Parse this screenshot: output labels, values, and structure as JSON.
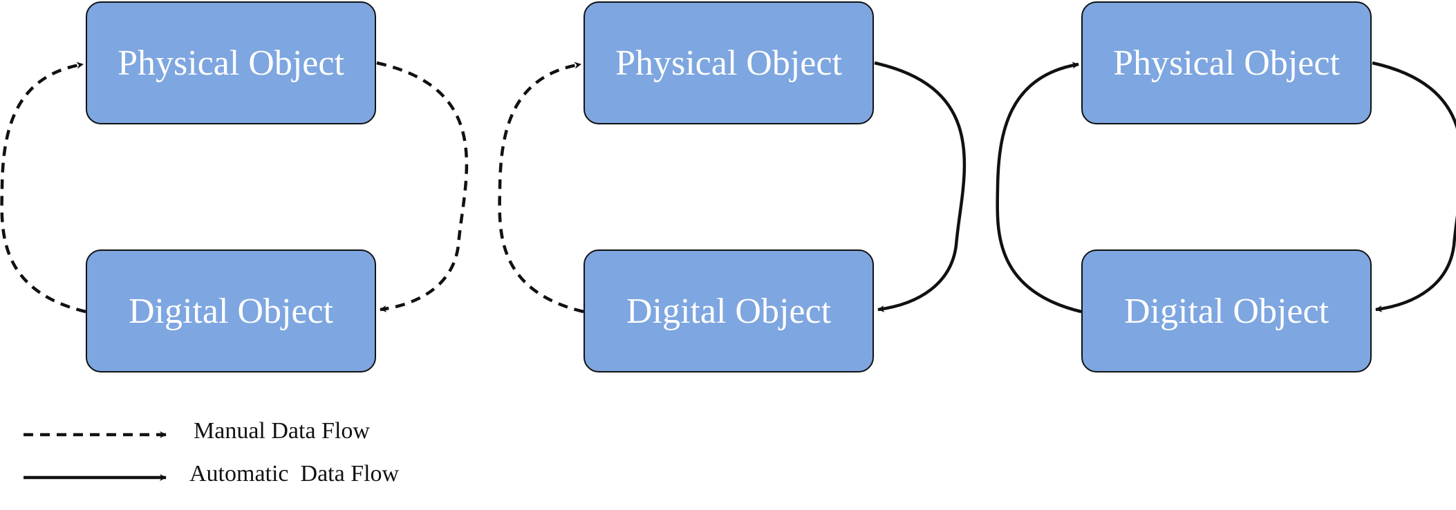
{
  "diagrams": [
    {
      "physical_label": "Physical Object",
      "digital_label": "Digital Object",
      "physical_to_digital": "manual",
      "digital_to_physical": "manual"
    },
    {
      "physical_label": "Physical Object",
      "digital_label": "Digital Object",
      "physical_to_digital": "automatic",
      "digital_to_physical": "manual"
    },
    {
      "physical_label": "Physical Object",
      "digital_label": "Digital Object",
      "physical_to_digital": "automatic",
      "digital_to_physical": "automatic"
    }
  ],
  "legend": {
    "manual_label": "Manual Data Flow",
    "automatic_label": "Automatic  Data Flow"
  },
  "colors": {
    "box_fill": "#7ea6e0",
    "stroke": "#111111",
    "box_text": "#ffffff"
  }
}
